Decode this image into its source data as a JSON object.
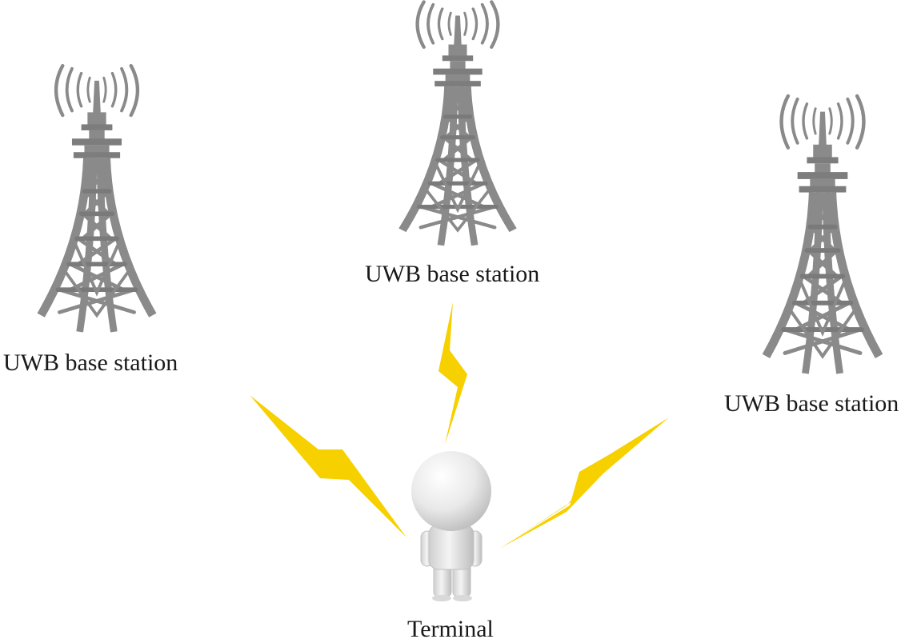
{
  "labels": {
    "station_left": "UWB base station",
    "station_center": "UWB base station",
    "station_right": "UWB base station",
    "terminal": "Terminal"
  },
  "colors": {
    "tower": "#8a8a8a",
    "tower_dark": "#777777",
    "signal": "#f7d000",
    "figure": "#e6e6e6",
    "text": "#1a1a1a"
  },
  "icons": {
    "tower": "radio-tower-icon",
    "terminal": "person-figure-icon",
    "signal": "lightning-bolt-icon"
  }
}
